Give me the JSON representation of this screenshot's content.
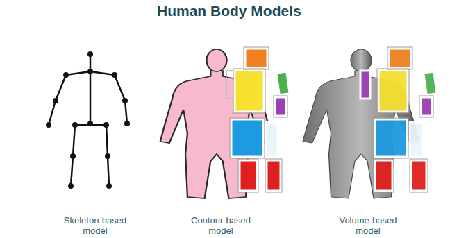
{
  "diagram": {
    "title": "Human Body Models",
    "labels": [
      "Skeleton-based model",
      "Contour-based model",
      "Volume-based model"
    ]
  }
}
